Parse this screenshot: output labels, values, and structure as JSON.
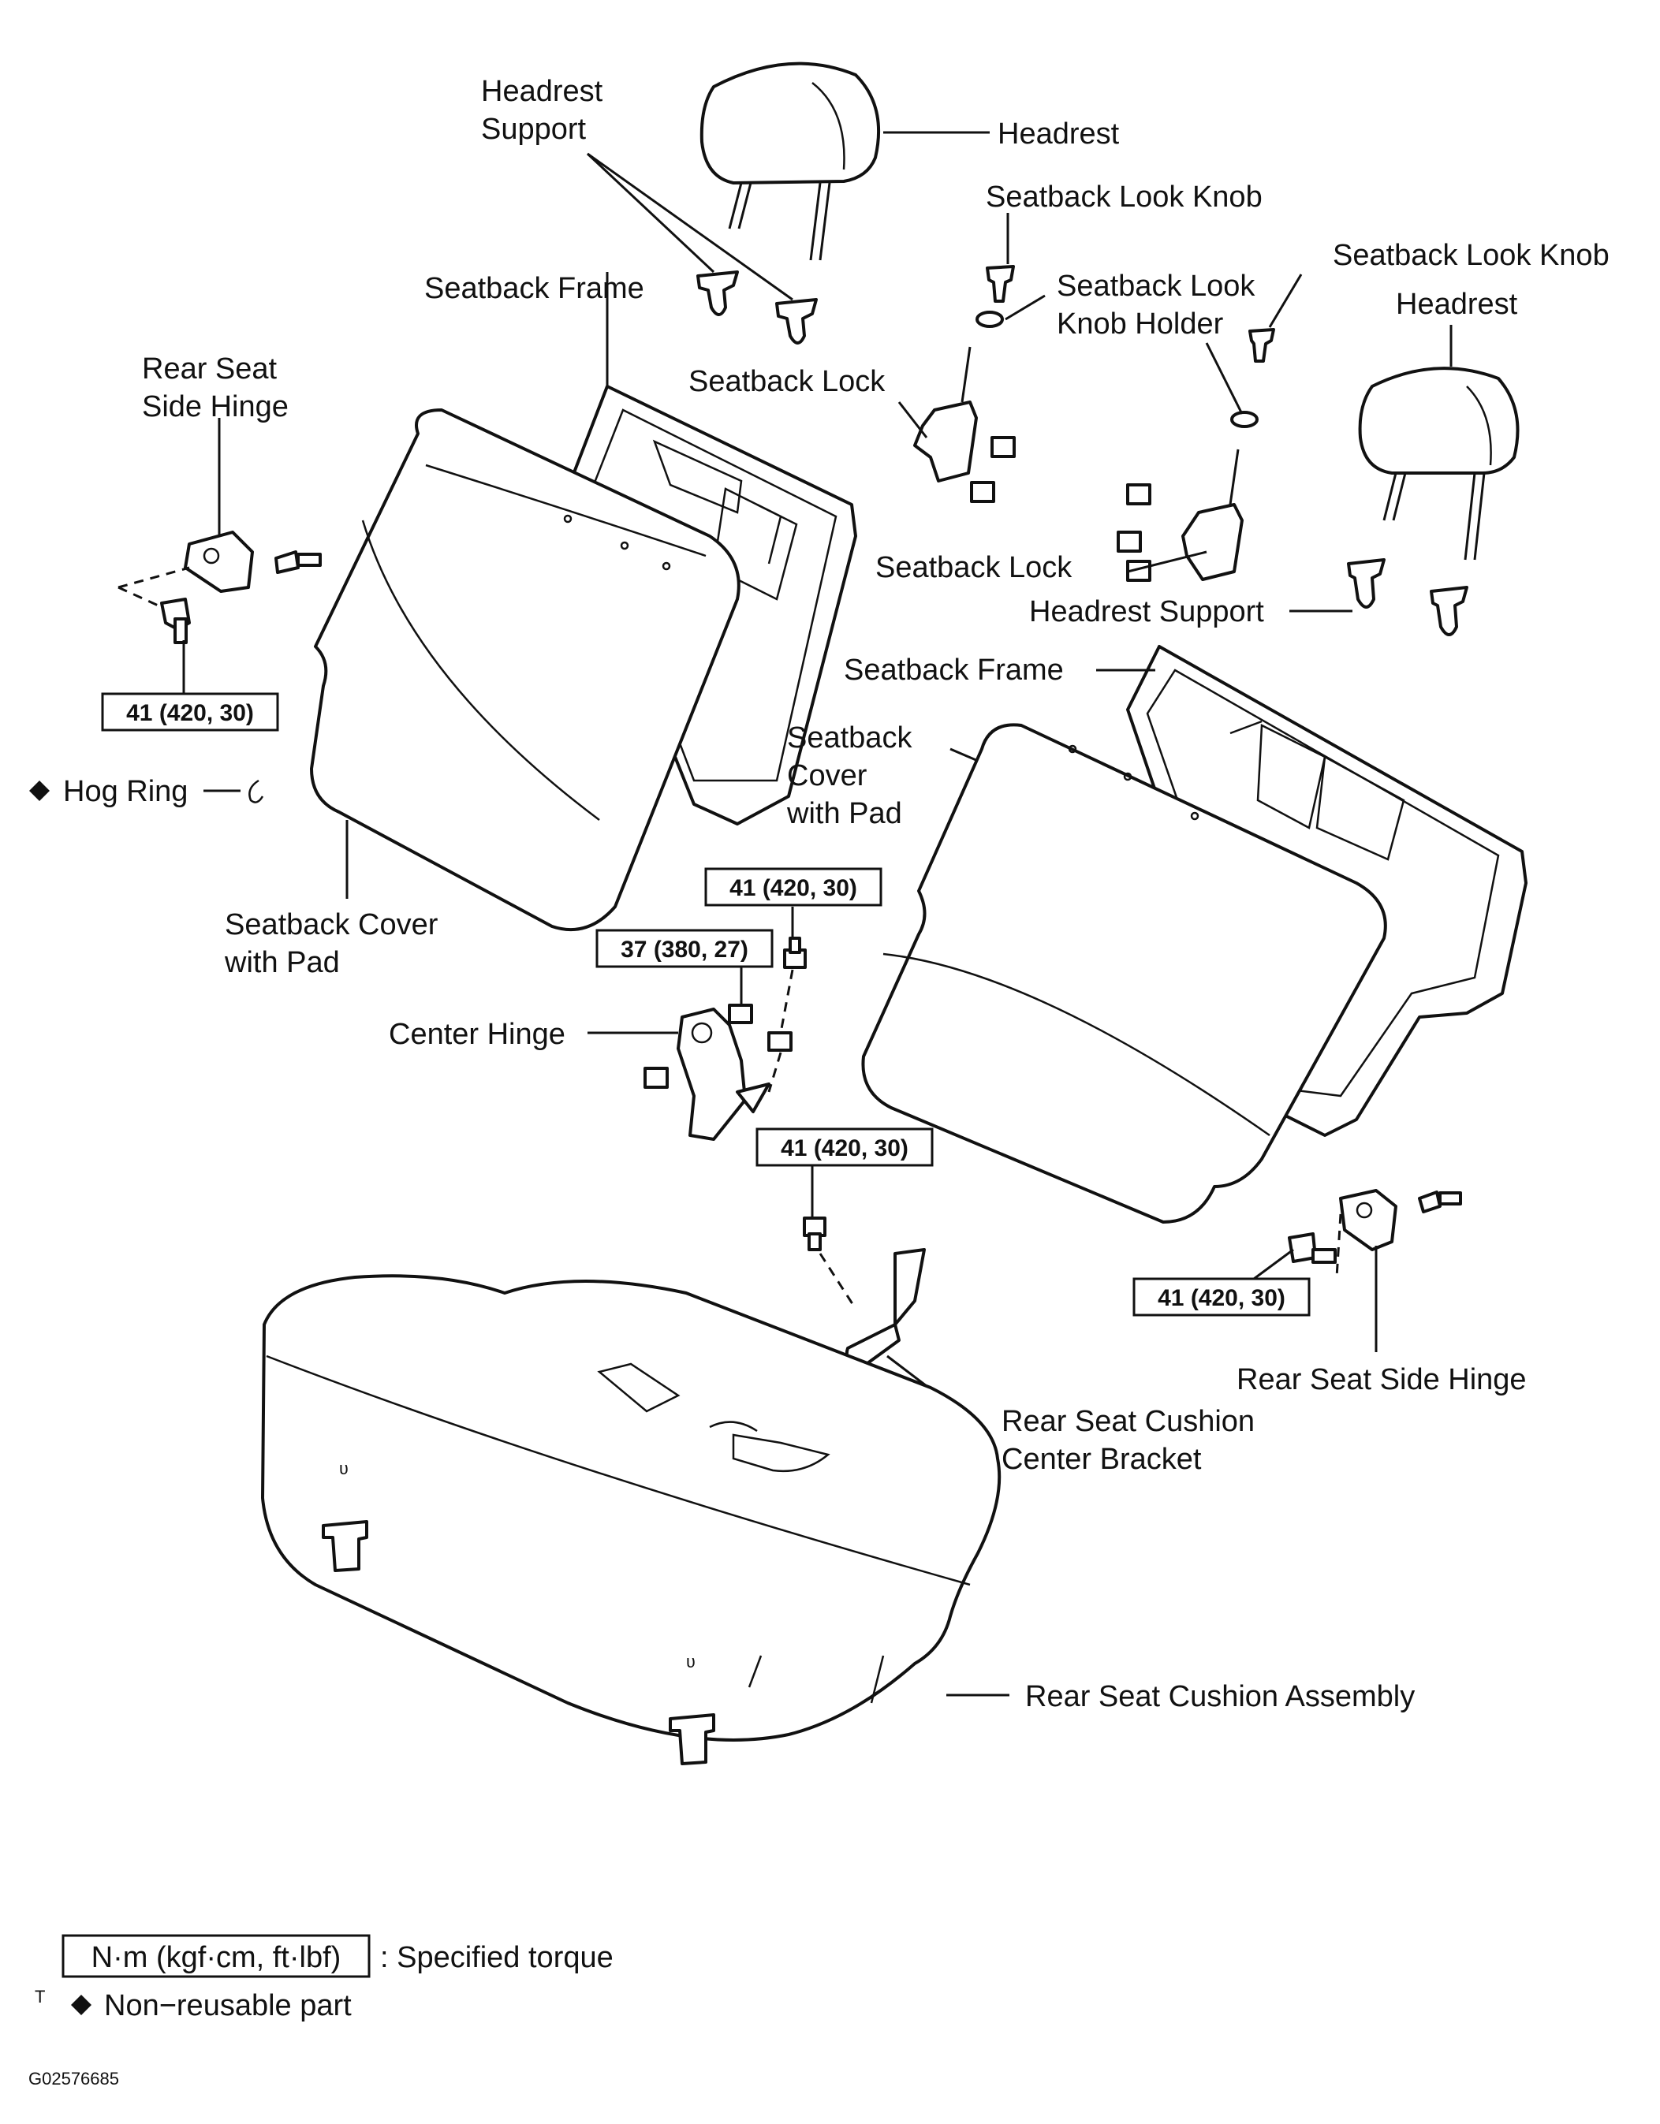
{
  "labels": {
    "headrest_support_1": "Headrest",
    "headrest_support_2": "Support",
    "headrest_top": "Headrest",
    "seatback_lock_knob_1": "Seatback Look Knob",
    "seatback_lock_knob_2": "Seatback Look Knob",
    "knob_holder_1": "Seatback Look",
    "knob_holder_2": "Knob Holder",
    "headrest_right": "Headrest",
    "seatback_frame_left": "Seatback Frame",
    "seatback_lock_left": "Seatback Lock",
    "rear_seat_side_hinge_left_1": "Rear Seat",
    "rear_seat_side_hinge_left_2": "Side Hinge",
    "seatback_lock_right": "Seatback Lock",
    "headrest_support_right": "Headrest Support",
    "seatback_frame_right": "Seatback Frame",
    "seatback_cover_right_1": "Seatback",
    "seatback_cover_right_2": "Cover",
    "seatback_cover_right_3": "with Pad",
    "hog_ring": "Hog Ring",
    "seatback_cover_left_1": "Seatback Cover",
    "seatback_cover_left_2": "with Pad",
    "center_hinge": "Center Hinge",
    "rear_seat_side_hinge_right": "Rear Seat Side Hinge",
    "cushion_bracket_1": "Rear Seat Cushion",
    "cushion_bracket_2": "Center Bracket",
    "cushion_assembly": "Rear Seat Cushion Assembly"
  },
  "torques": {
    "t1": "41 (420, 30)",
    "t2": "41 (420, 30)",
    "t3": "37 (380, 27)",
    "t4": "41 (420, 30)",
    "t5": "41 (420, 30)"
  },
  "legend": {
    "torque_unit": "N·m (kgf·cm, ft·lbf)",
    "torque_desc": ": Specified torque",
    "marker": "T",
    "nonreusable": "Non−reusable part"
  },
  "diagram_code": "G02576685"
}
